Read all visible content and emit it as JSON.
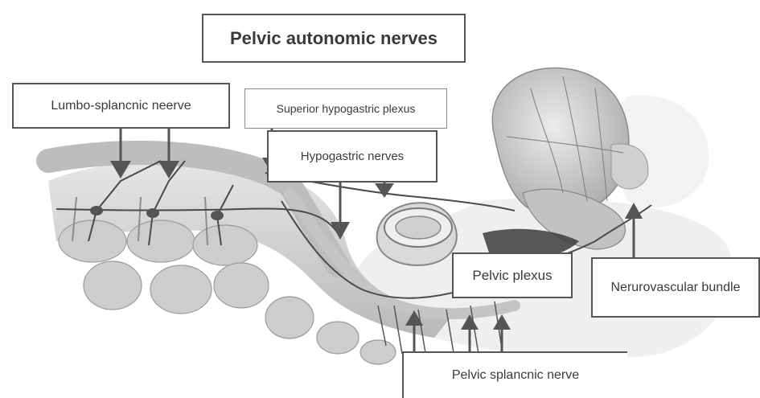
{
  "title": "Pelvic autonomic nerves",
  "labels": {
    "lumbo_splanchnic": "Lumbo-splancnic neerve",
    "superior_hypogastric": "Superior hypogastric plexus",
    "hypogastric": "Hypogastric nerves",
    "pelvic_plexus": "Pelvic plexus",
    "neurovascular_bundle": "Nerurovascular bundle",
    "pelvic_splanchnic": "Pelvic splancnic nerve"
  },
  "colors": {
    "arrow": "#555555",
    "nerve": "#4a4a4a",
    "bone": "#cfcfcf",
    "organ": "#d6d6d6"
  }
}
